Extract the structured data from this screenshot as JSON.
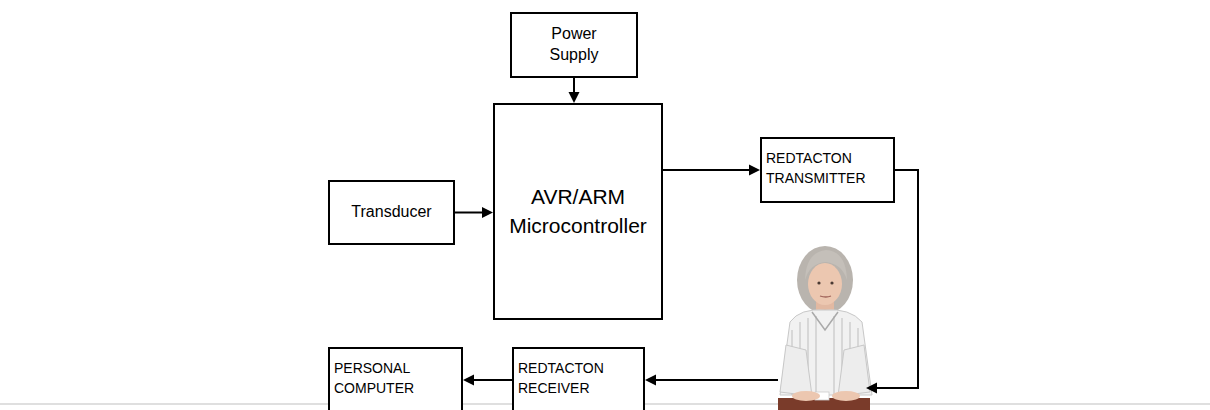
{
  "diagram": {
    "nodes": [
      {
        "text": [
          "Power Supply"
        ]
      },
      {
        "text": [
          "Transducer"
        ]
      },
      {
        "text": [
          "AVR/ARM Microcontroller"
        ]
      },
      {
        "text": [
          "REDTACTON TRANSMITTER"
        ]
      },
      {
        "text": [
          "PERSONAL COMPUTER"
        ]
      },
      {
        "text": [
          "REDTACTON RECEIVER"
        ]
      }
    ],
    "edges": [
      {
        "from": 0,
        "to": 2,
        "arrow": "to"
      },
      {
        "from": 1,
        "to": 2,
        "arrow": "to"
      },
      {
        "from": 2,
        "to": 3,
        "arrow": "to"
      },
      {
        "from": 3,
        "to": 5,
        "arrow": "to"
      },
      {
        "from": 5,
        "to": 4,
        "arrow": "to"
      }
    ]
  }
}
